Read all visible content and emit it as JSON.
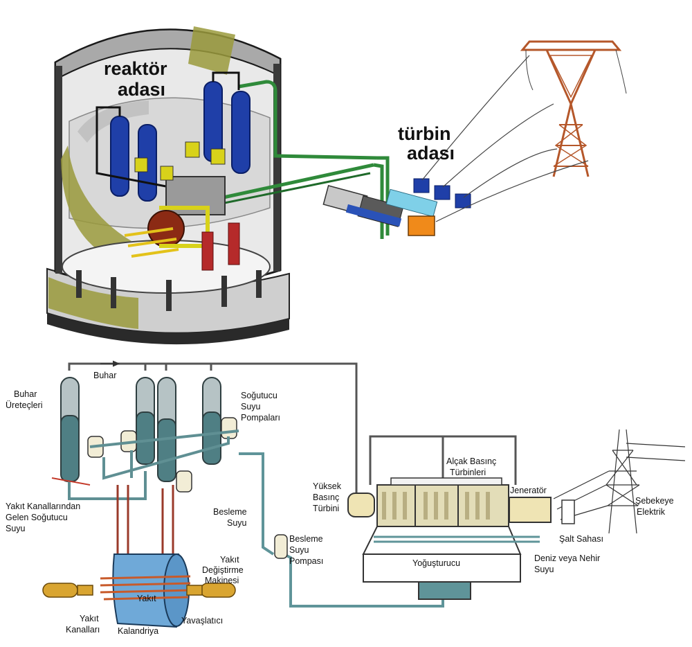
{
  "top": {
    "reactor_label_1": "reaktör",
    "reactor_label_2": "adası",
    "turbine_label_1": "türbin",
    "turbine_label_2": "adası"
  },
  "bottom": {
    "steam": "Buhar",
    "steam_gen_1": "Buhar",
    "steam_gen_2": "Üreteçleri",
    "coolant_pumps_1": "Soğutucu",
    "coolant_pumps_2": "Suyu",
    "coolant_pumps_3": "Pompaları",
    "return_1": "Yakıt Kanallarından",
    "return_2": "Gelen Soğutucu",
    "return_3": "Suyu",
    "feedwater_1": "Besleme",
    "feedwater_2": "Suyu",
    "refuel_1": "Yakıt",
    "refuel_2": "Değiştirme",
    "refuel_3": "Makinesi",
    "fuel": "Yakıt",
    "fuel_channels_1": "Yakıt",
    "fuel_channels_2": "Kanalları",
    "calandria": "Kalandriya",
    "moderator": "Yavaşlatıcı",
    "feed_pump_1": "Besleme",
    "feed_pump_2": "Suyu",
    "feed_pump_3": "Pompası",
    "hp_turbine_1": "Yüksek",
    "hp_turbine_2": "Basınç",
    "hp_turbine_3": "Türbini",
    "lp_turbines_1": "Alçak Basınç",
    "lp_turbines_2": "Türbinleri",
    "generator": "Jeneratör",
    "grid_1": "Şebekeye",
    "grid_2": "Elektrik",
    "switchyard": "Şalt Sahası",
    "condenser": "Yoğuşturucu",
    "cooling_water_1": "Deniz veya Nehir",
    "cooling_water_2": "Suyu"
  },
  "colors": {
    "steam_generator": "#1f3fa8",
    "pipe_green": "#2f8a3a",
    "pipe_teal": "#5f8f93",
    "calandria": "#6fa9d8",
    "tower": "#b5572a",
    "turbine_tan": "#e3ddb8",
    "condenser_teal": "#5f9499"
  }
}
